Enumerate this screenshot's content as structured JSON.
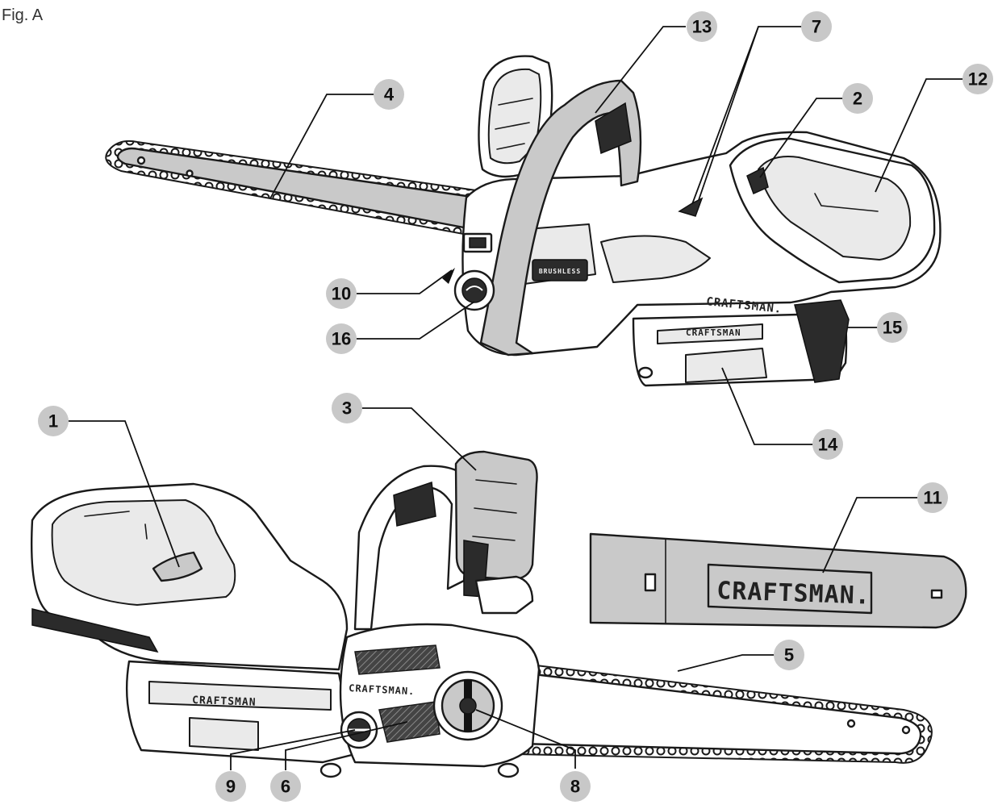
{
  "figure_label": "Fig. A",
  "brand_text": "CRAFTSMAN",
  "brand_text_dot": "CRAFTSMAN.",
  "brushless_text": "BRUSHLESS",
  "callouts": [
    {
      "id": "c1",
      "label": "1"
    },
    {
      "id": "c2",
      "label": "2"
    },
    {
      "id": "c3",
      "label": "3"
    },
    {
      "id": "c4",
      "label": "4"
    },
    {
      "id": "c5",
      "label": "5"
    },
    {
      "id": "c6",
      "label": "6"
    },
    {
      "id": "c7",
      "label": "7"
    },
    {
      "id": "c8",
      "label": "8"
    },
    {
      "id": "c9",
      "label": "9"
    },
    {
      "id": "c10",
      "label": "10"
    },
    {
      "id": "c11",
      "label": "11"
    },
    {
      "id": "c12",
      "label": "12"
    },
    {
      "id": "c13",
      "label": "13"
    },
    {
      "id": "c14",
      "label": "14"
    },
    {
      "id": "c15",
      "label": "15"
    },
    {
      "id": "c16",
      "label": "16"
    }
  ]
}
